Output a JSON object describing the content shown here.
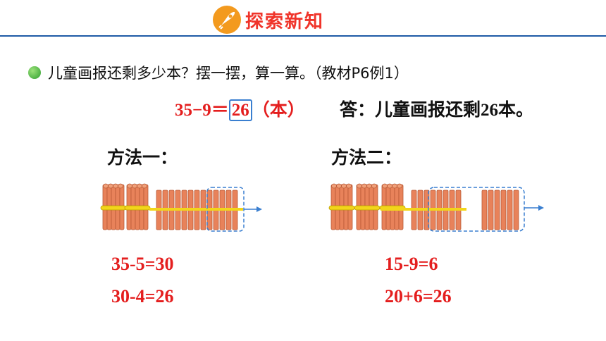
{
  "header": {
    "title": "探索新知",
    "accent": "#f0342a",
    "line_color": "#1f5aa6"
  },
  "question": {
    "text": "儿童画报还剩多少本？摆一摆，算一算。（教材P6例1）"
  },
  "equation": {
    "left": "35−9＝",
    "answer": "26",
    "unit": "（本）"
  },
  "answer": {
    "text": "答：儿童画报还剩26本。"
  },
  "method1": {
    "title": "方法一：",
    "steps": [
      "35-5=30",
      "30-4=26"
    ]
  },
  "method2": {
    "title": "方法二：",
    "steps": [
      "15-9=6",
      "20+6=26"
    ]
  },
  "colors": {
    "stick": "#e8825a",
    "band": "#f2d51a",
    "highlight": "#3a7fd0",
    "calc": "#e41e1e"
  }
}
